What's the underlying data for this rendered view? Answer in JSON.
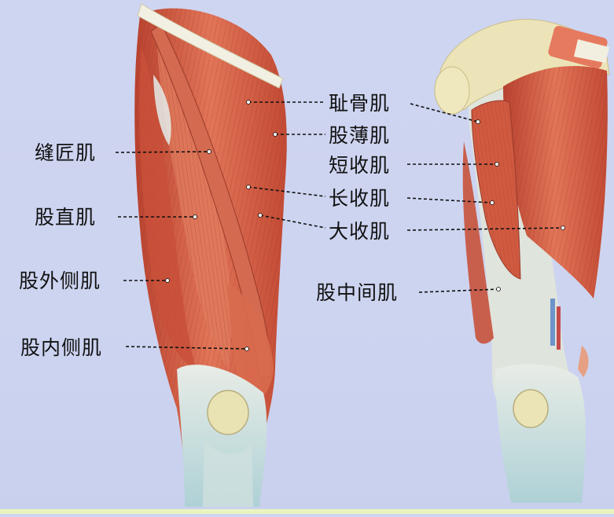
{
  "labels": {
    "sartorius": "缝匠肌",
    "rectus_femoris": "股直肌",
    "vastus_lateralis": "股外侧肌",
    "vastus_medialis": "股内侧肌",
    "pectineus": "耻骨肌",
    "gracilis": "股薄肌",
    "adductor_brevis": "短收肌",
    "adductor_longus": "长收肌",
    "adductor_magnus": "大收肌",
    "vastus_intermedius": "股中间肌"
  },
  "colors": {
    "background": "#cdd4f0",
    "muscle": "#d8654a",
    "muscle_dark": "#a9392b",
    "tendon": "#dfe6df",
    "bone": "#efe6b8",
    "leader_line": "#111111"
  }
}
